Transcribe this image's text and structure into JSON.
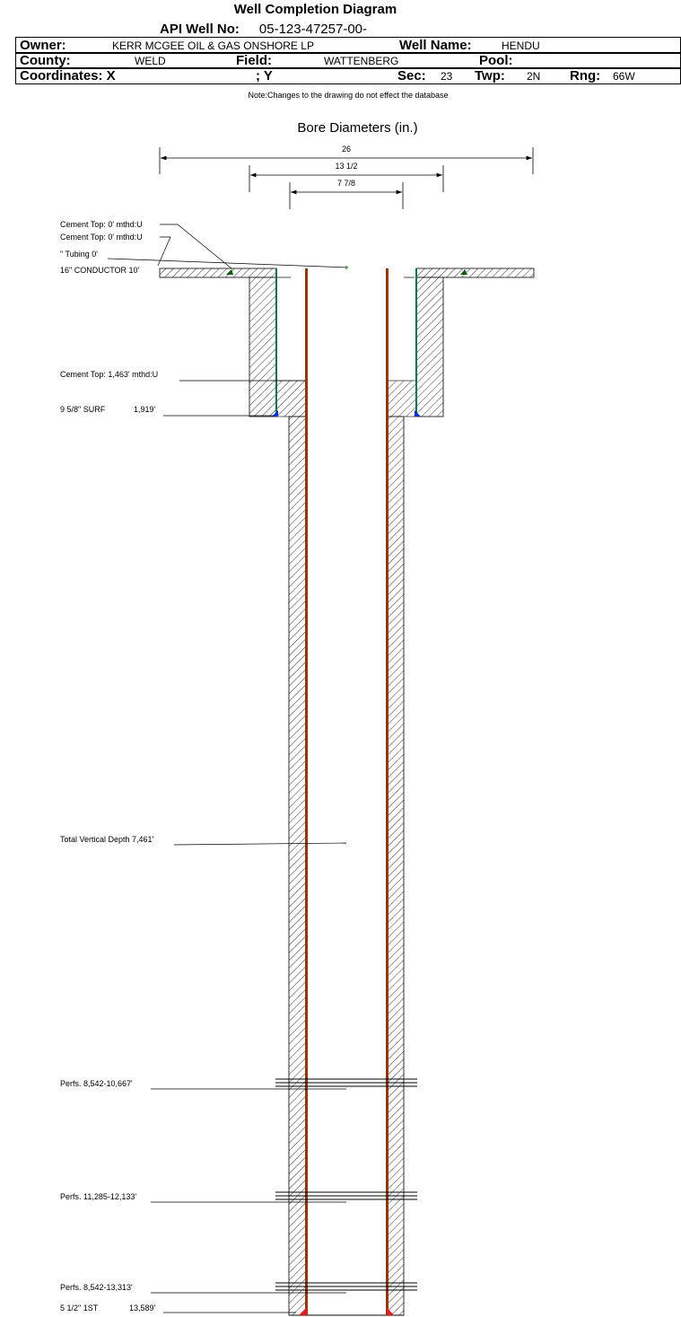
{
  "header": {
    "title": "Well Completion Diagram",
    "api_label": "API Well No:",
    "api_value": "05-123-47257-00-",
    "owner_label": "Owner:",
    "owner_value": "KERR MCGEE OIL & GAS ONSHORE LP",
    "well_name_label": "Well Name:",
    "well_name_value": "HENDU",
    "county_label": "County:",
    "county_value": "WELD",
    "field_label": "Field:",
    "field_value": "WATTENBERG",
    "pool_label": "Pool:",
    "pool_value": "",
    "coord_label": "Coordinates: X",
    "coord_y_label": "; Y",
    "sec_label": "Sec:",
    "sec_value": "23",
    "twp_label": "Twp:",
    "twp_value": "2N",
    "rng_label": "Rng:",
    "rng_value": "66W",
    "note": "Note:Changes to the drawing do not effect the database"
  },
  "bore": {
    "title": "Bore Diameters (in.)",
    "diameters": [
      "26",
      "13 1/2",
      "7 7/8"
    ]
  },
  "annotations": {
    "cement_top_1": "Cement Top: 0' mthd:U",
    "cement_top_2": "Cement Top: 0' mthd:U",
    "tubing": "\" Tubing 0'",
    "conductor": "16\" CONDUCTOR  10'",
    "cement_top_3": "Cement Top: 1,463' mthd:U",
    "surf_casing": "9 5/8\" SURF",
    "surf_depth": "1,919'",
    "tvd": "Total Vertical Depth 7,461'",
    "perfs_1": "Perfs. 8,542-10,667'",
    "perfs_2": "Perfs. 11,285-12,133'",
    "perfs_3": "Perfs. 8,542-13,313'",
    "prod_casing": "5 1/2\" 1ST",
    "prod_depth": "13,589'"
  },
  "colors": {
    "tubing": "#8b3a0f",
    "casing_surface": "#006b5b",
    "shoe_surface": "#0033cc",
    "shoe_production": "#e02020",
    "conductor_marker": "#0a5a0a"
  }
}
